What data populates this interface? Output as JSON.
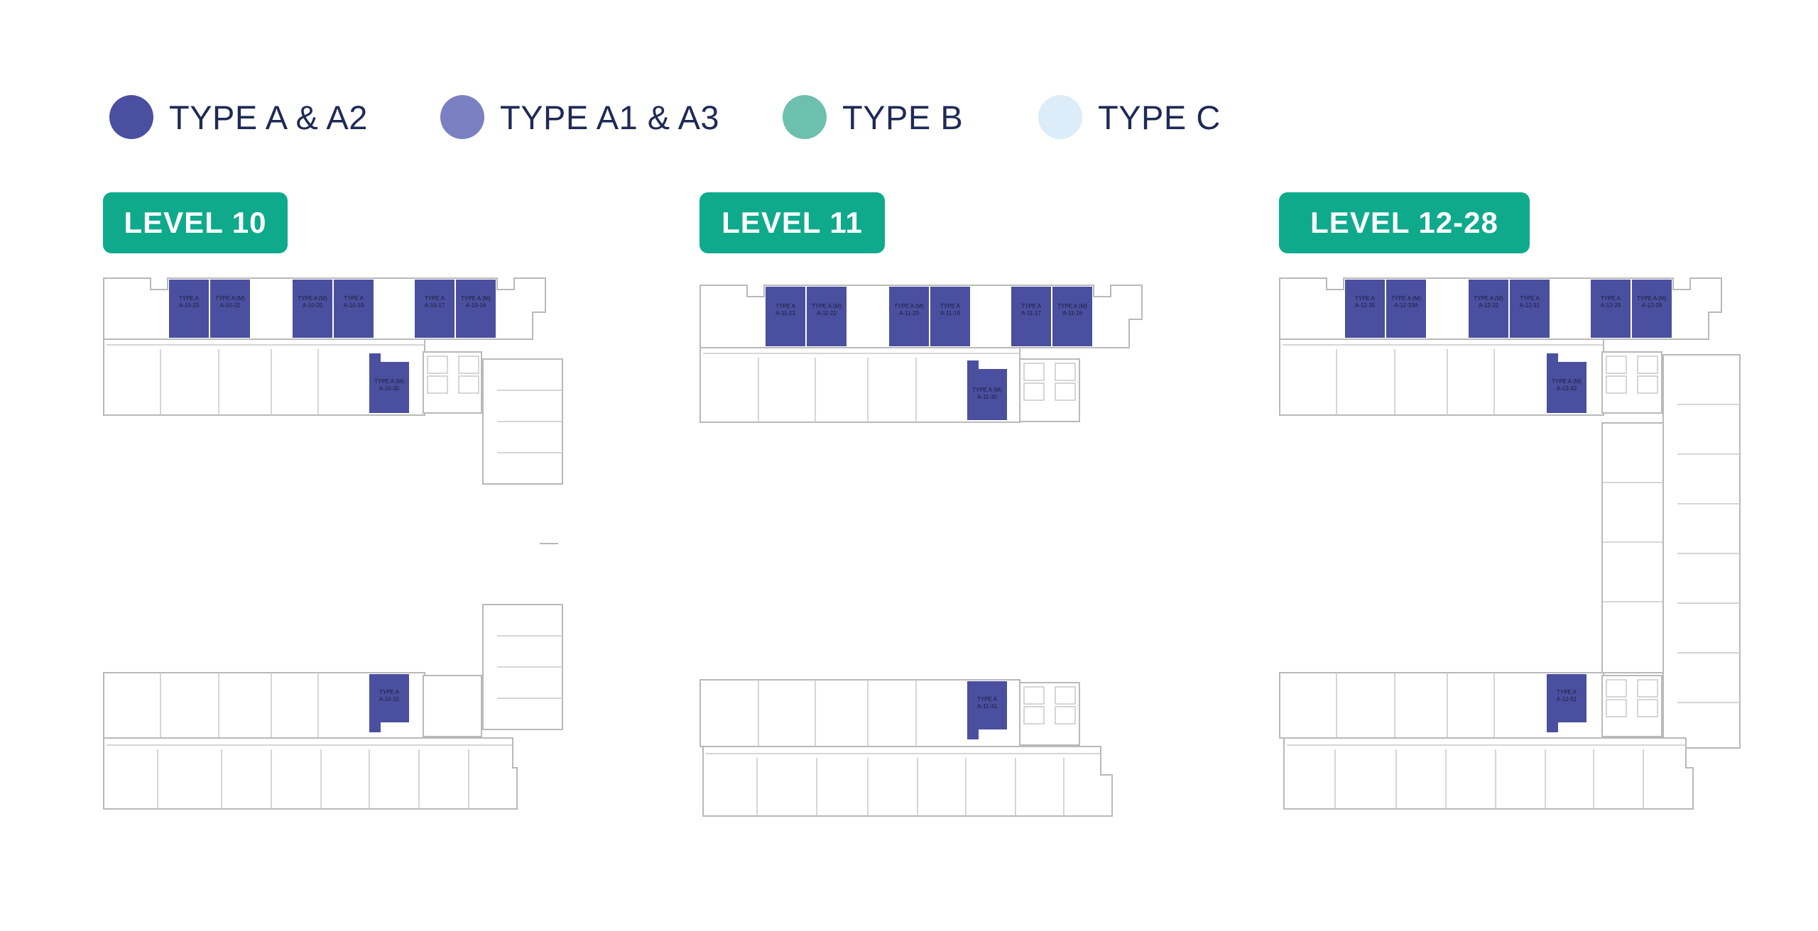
{
  "legend": [
    {
      "label": "TYPE A & A2",
      "color": "#4a4f9f"
    },
    {
      "label": "TYPE A1 & A3",
      "color": "#7b80c3"
    },
    {
      "label": "TYPE B",
      "color": "#6cc0ad"
    },
    {
      "label": "TYPE C",
      "color": "#dcecf8"
    }
  ],
  "colors": {
    "highlight": "#4a4f9f",
    "level_badge": "#0faa8c",
    "wall": "#b9b9b9",
    "legend_text": "#1f2a55"
  },
  "levels": [
    {
      "label": "LEVEL 10",
      "units": [
        {
          "type": "TYPE A",
          "id": "A-10-23"
        },
        {
          "type": "TYPE A (M)",
          "id": "A-10-22"
        },
        {
          "type": "TYPE A (M)",
          "id": "A-10-20"
        },
        {
          "type": "TYPE A",
          "id": "A-10-19"
        },
        {
          "type": "TYPE A",
          "id": "A-10-17"
        },
        {
          "type": "TYPE A (M)",
          "id": "A-10-16"
        },
        {
          "type": "TYPE A (M)",
          "id": "A-10-30"
        },
        {
          "type": "TYPE A",
          "id": "A-10-31"
        }
      ]
    },
    {
      "label": "LEVEL 11",
      "units": [
        {
          "type": "TYPE A",
          "id": "A-11-23"
        },
        {
          "type": "TYPE A (M)",
          "id": "A-11-22"
        },
        {
          "type": "TYPE A (M)",
          "id": "A-11-20"
        },
        {
          "type": "TYPE A",
          "id": "A-11-19"
        },
        {
          "type": "TYPE A",
          "id": "A-11-17"
        },
        {
          "type": "TYPE A (M)",
          "id": "A-11-16"
        },
        {
          "type": "TYPE A (M)",
          "id": "A-11-30"
        },
        {
          "type": "TYPE A",
          "id": "A-11-31"
        }
      ]
    },
    {
      "label": "LEVEL 12-28",
      "units": [
        {
          "type": "TYPE A",
          "id": "A-12-35"
        },
        {
          "type": "TYPE A (M)",
          "id": "A-12-33A"
        },
        {
          "type": "TYPE A (M)",
          "id": "A-12-32"
        },
        {
          "type": "TYPE A",
          "id": "A-12-31"
        },
        {
          "type": "TYPE A",
          "id": "A-12-29"
        },
        {
          "type": "TYPE A (M)",
          "id": "A-12-28"
        },
        {
          "type": "TYPE A (M)",
          "id": "A-12-42"
        },
        {
          "type": "TYPE A",
          "id": "A-12-51"
        }
      ]
    }
  ]
}
